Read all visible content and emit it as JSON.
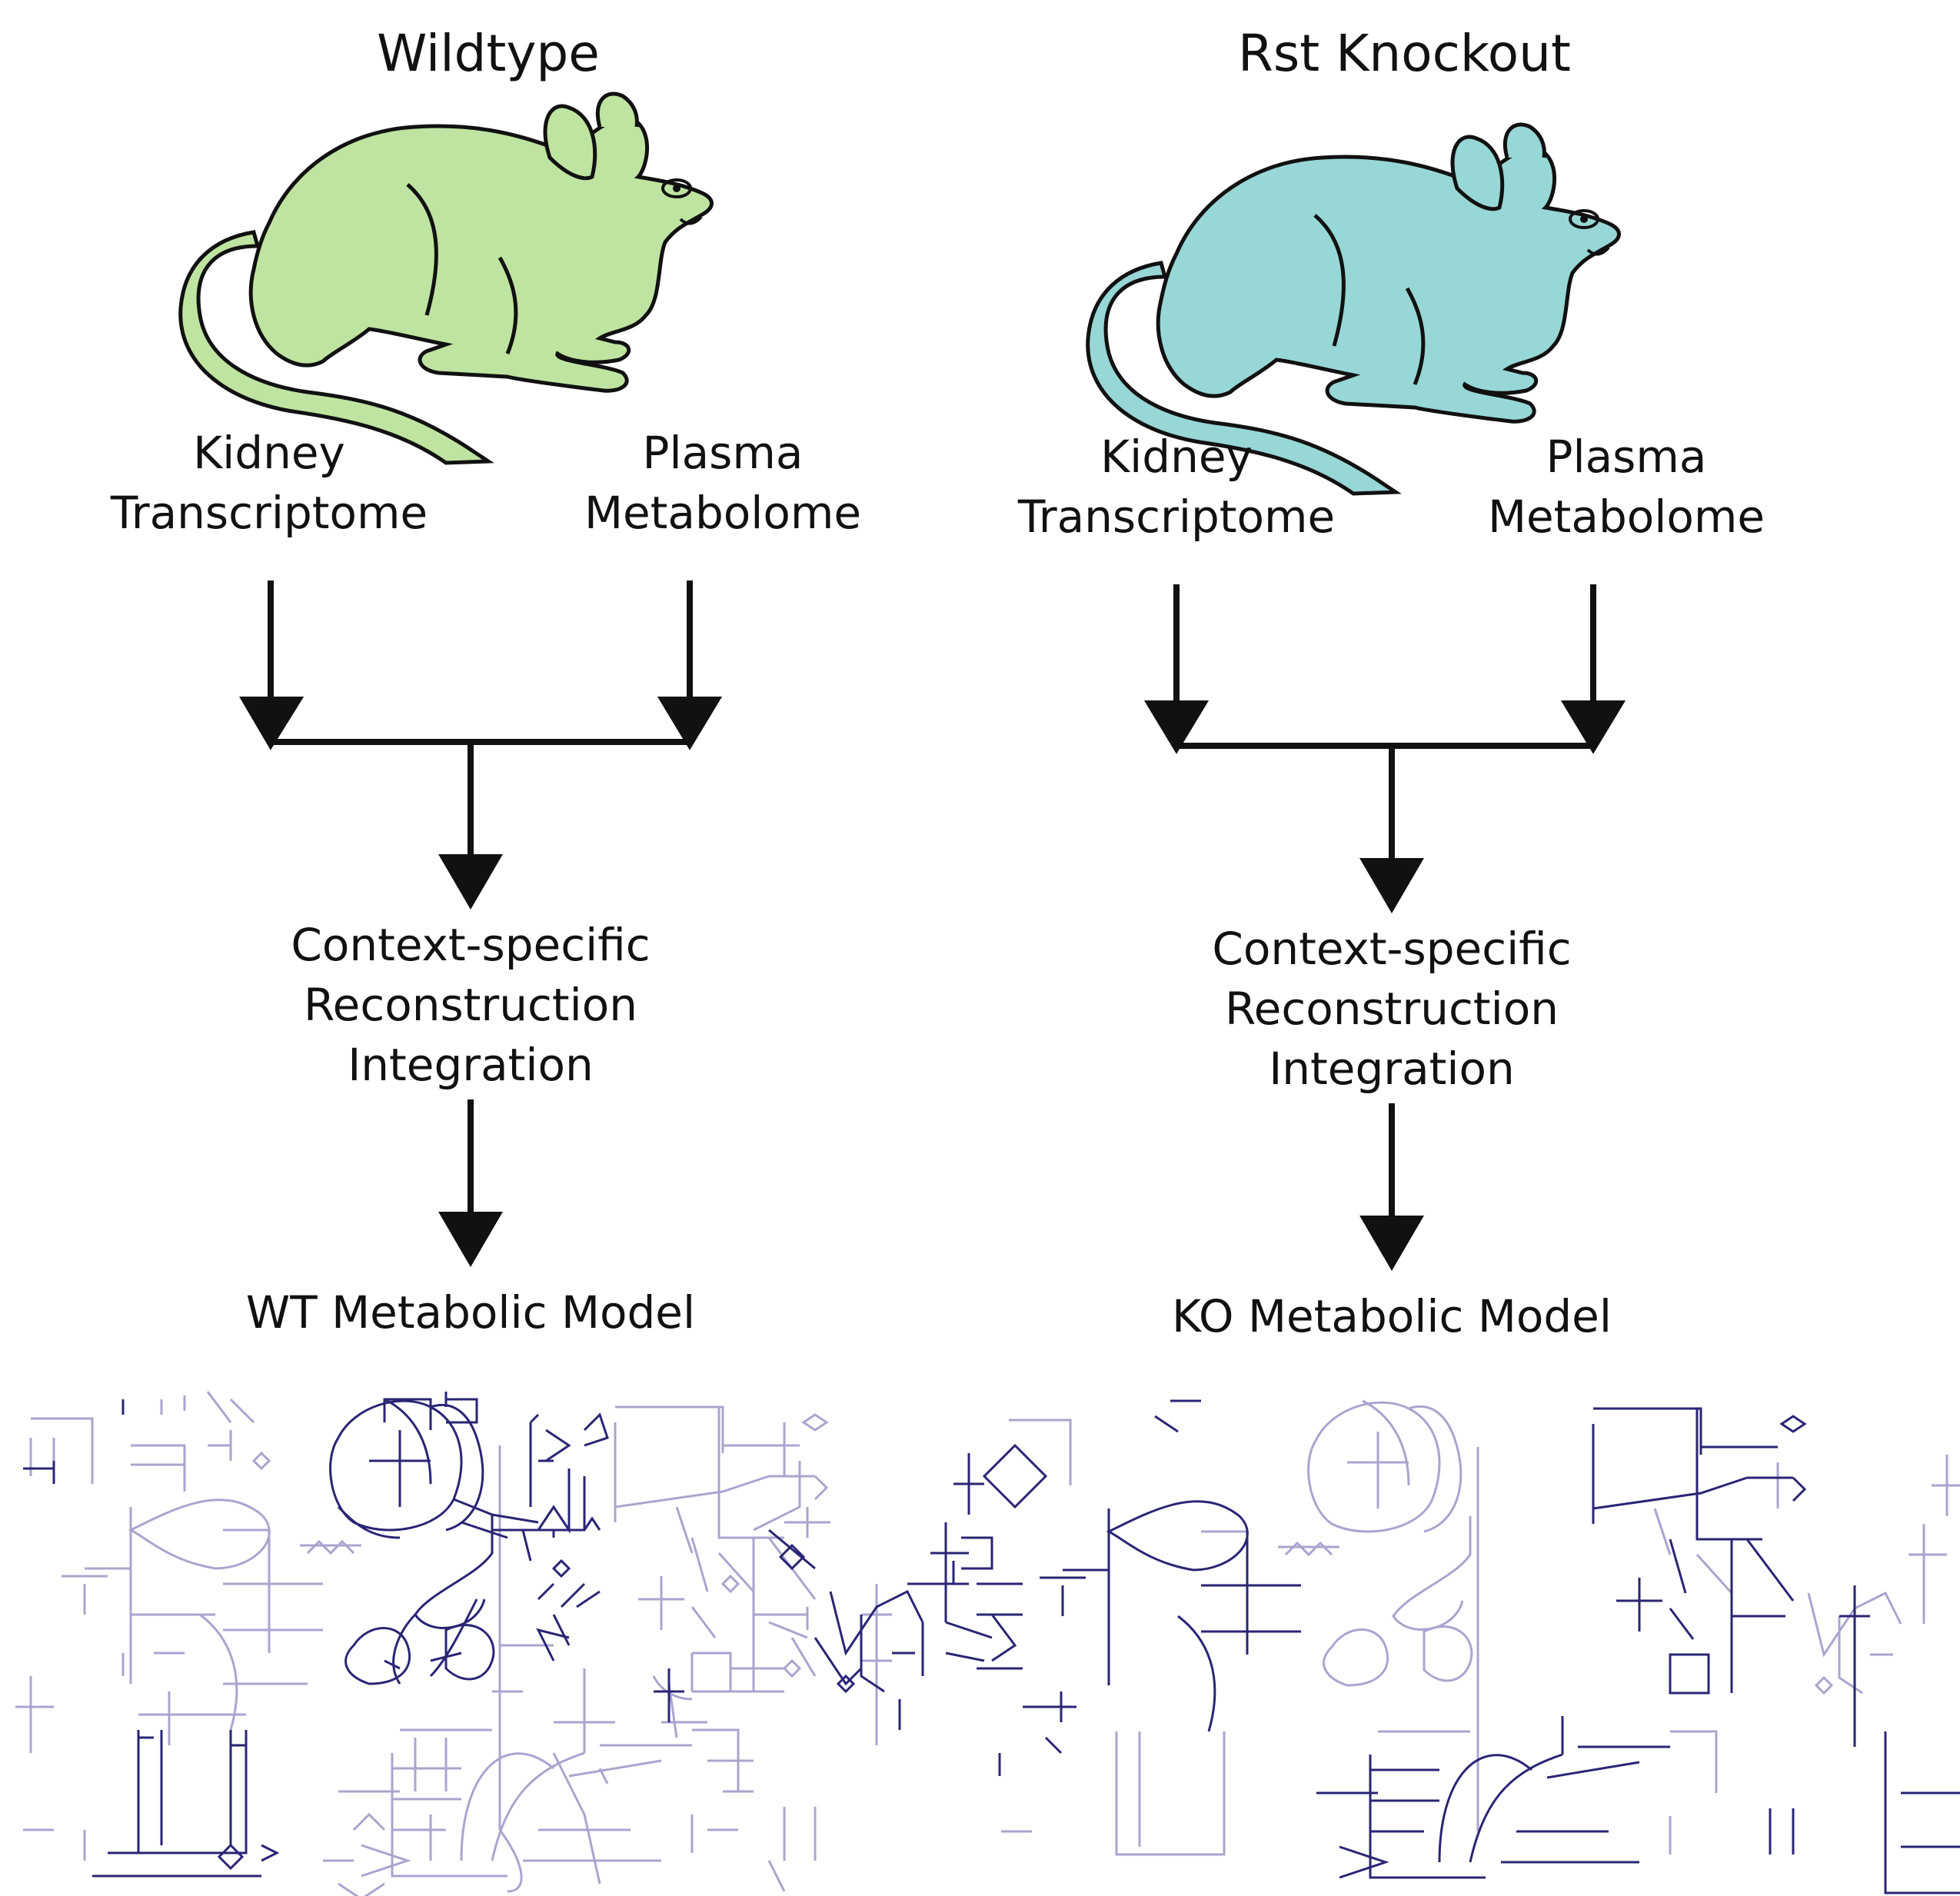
{
  "wildtype": {
    "title": "Wildtype",
    "mouse_color": "#bfe4a1",
    "input_left_1": "Kidney",
    "input_left_2": "Transcriptome",
    "input_right_1": "Plasma",
    "input_right_2": "Metabolome",
    "step_1": "Context-specific",
    "step_2": "Reconstruction",
    "step_3": "Integration",
    "model": "WT Metabolic Model"
  },
  "knockout": {
    "title": "Rst Knockout",
    "mouse_color": "#97d7d5",
    "input_left_1": "Kidney",
    "input_left_2": "Transcriptome",
    "input_right_1": "Plasma",
    "input_right_2": "Metabolome",
    "step_1": "Context-specific",
    "step_2": "Reconstruction",
    "step_3": "Integration",
    "model": "KO Metabolic Model"
  },
  "network_colors": {
    "active": "#2a2574",
    "inactive": "#a9a5cf"
  }
}
